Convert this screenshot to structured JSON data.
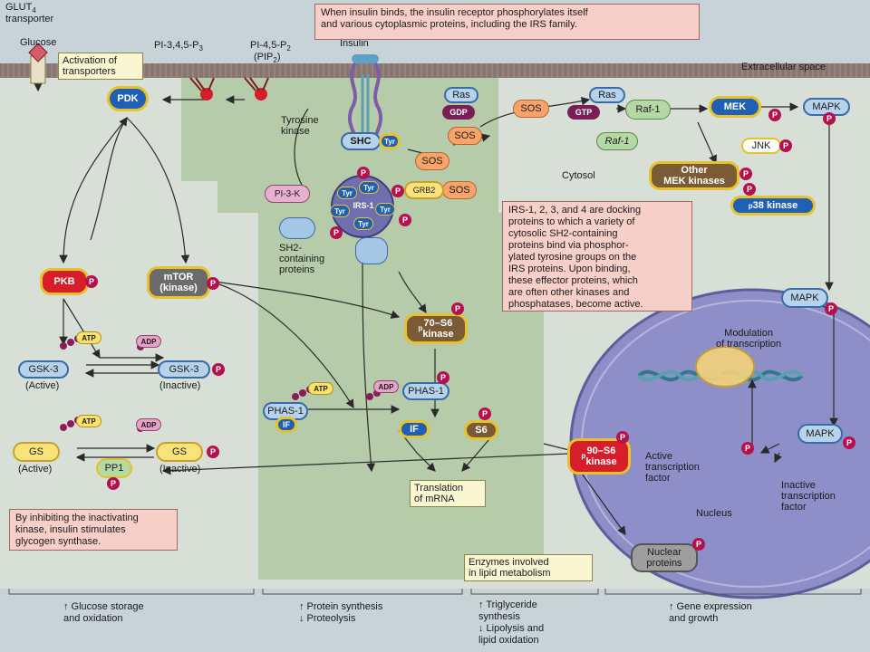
{
  "labels": {
    "glut4": "GLUT",
    "glut4_sub": "4",
    "glut4_line2": "transporter",
    "glucose": "Glucose",
    "activation": "Activation of\ntransporters",
    "pi345": "PI-3,4,5-P",
    "pi345_sub": "3",
    "pi45": "PI-4,5-P",
    "pi45_sub": "2",
    "pip2": "(PIP",
    "pip2_sub": "2",
    "pip2_close": ")",
    "insulin": "Insulin",
    "extracellular": "Extracellular space",
    "tyrosine_kinase": "Tyrosine\nkinase",
    "cytosol": "Cytosol",
    "sh2": "SH2-\ncontaining\nproteins",
    "nucleus": "Nucleus",
    "modulation": "Modulation\nof transcription",
    "active_tf": "Active\ntranscription\nfactor",
    "inactive_tf": "Inactive\ntranscription\nfactor",
    "translation": "Translation\nof mRNA",
    "enzymes": "Enzymes involved\nin lipid metabolism",
    "gsk_active": "(Active)",
    "gsk_inactive": "(Inactive)",
    "gs_active": "(Active)",
    "gs_inactive": "(Inactive)"
  },
  "notes": {
    "insulin_binds": "When insulin binds, the insulin receptor phosphorylates itself\nand various cytoplasmic proteins, including the IRS family.",
    "irs": "IRS-1, 2, 3, and 4 are docking\nproteins to which a variety of\ncytosolic SH2-containing\nproteins bind via phosphor-\nylated tyrosine groups on the\nIRS proteins. Upon binding,\nthese effector proteins, which\nare often other kinases and\nphosphatases, become active.",
    "inhibiting": "By inhibiting the inactivating\nkinase, insulin stimulates\nglycogen synthase."
  },
  "nodes": {
    "pdk": "PDK",
    "pkb": "PKB",
    "mtor": "mTOR\n(kinase)",
    "gsk3": "GSK-3",
    "gs": "GS",
    "pp1": "PP1",
    "phas1": "PHAS-1",
    "if": "IF",
    "s6": "S6",
    "p70_pre": "p",
    "p70": "70–S6\nkinase",
    "ras": "Ras",
    "raf1": "Raf-1",
    "mek": "MEK",
    "mapk": "MAPK",
    "jnk": "JNK",
    "other_mek": "Other\nMEK kinases",
    "p38_pre": "p",
    "p38": "38 kinase",
    "sos": "SOS",
    "grb2": "GRB2",
    "shc": "SHC",
    "tyr": "Tyr",
    "irs1": "IRS-1",
    "pi3k": "PI-3-K",
    "gdp": "GDP",
    "gtp": "GTP",
    "atp": "ATP",
    "adp": "ADP",
    "p90_pre": "p",
    "p90": "90–S6\nkinase",
    "nuclear": "Nuclear\nproteins",
    "p": "P"
  },
  "footer": {
    "c1": "↑ Glucose storage\n   and oxidation",
    "c2": "↑ Protein synthesis\n↓ Proteolysis",
    "c3": "↑ Triglyceride\n   synthesis\n↓ Lipolysis and\n   lipid oxidation",
    "c4": "↑ Gene expression\n   and growth"
  },
  "colors": {
    "background": "#c7d3d6",
    "membrane": "#8a7670",
    "green_region": "#a9c49a",
    "nucleus": "#8e8fc9",
    "note": "#f7cfc9",
    "phospho": "#b3124e"
  }
}
